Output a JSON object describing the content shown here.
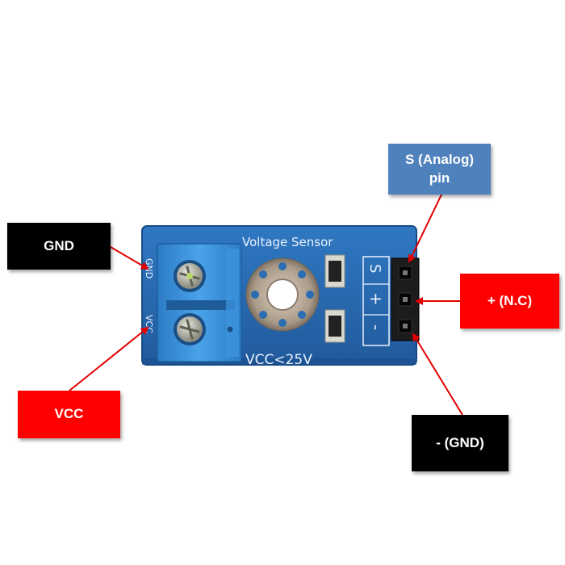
{
  "board": {
    "title": "Voltage Sensor",
    "rating": "VCC<25V",
    "terminal_label_gnd": "GND",
    "terminal_label_vcc": "VCC",
    "header_label_s": "S",
    "header_label_plus": "+",
    "header_label_minus": "-"
  },
  "callouts": {
    "gnd": "GND",
    "vcc": "VCC",
    "signal": "S (Analog)\npin",
    "plus": "+ (N.C)",
    "minus": "- (GND)"
  },
  "colors": {
    "pcb": "#2b6fb5",
    "terminal_block": "#3a8fd6",
    "callout_black": "#000000",
    "callout_red": "#ff0000",
    "callout_blue": "#4f81bd",
    "arrow": "#e30000"
  },
  "icons": {
    "mounting_hole": "mounting-hole-icon",
    "screw": "screw-icon",
    "resistor": "resistor-icon",
    "header_pin": "header-pin-icon",
    "arrow": "arrow-icon"
  }
}
